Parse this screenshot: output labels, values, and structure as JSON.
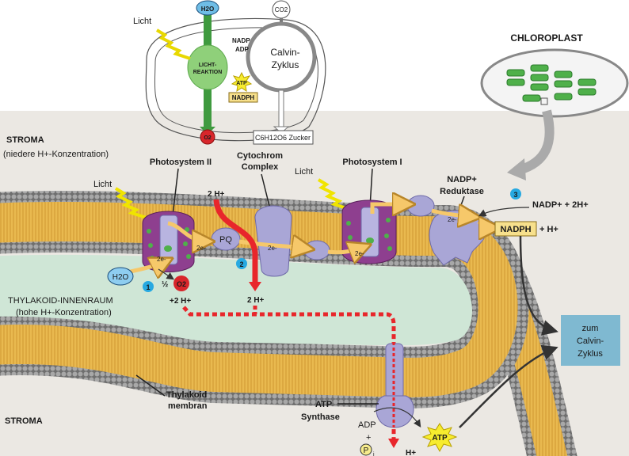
{
  "overview": {
    "licht": "Licht",
    "h2o": "H2O",
    "co2": "CO2",
    "nadp": "NADP",
    "adp": "ADP",
    "licht_reaktion_1": "LICHT-",
    "licht_reaktion_2": "REAKTION",
    "atp": "ATP",
    "nadph": "NADPH",
    "calvin_1": "Calvin-",
    "calvin_2": "Zyklus",
    "o2": "O2",
    "zucker": "C6H12O6 Zucker"
  },
  "chloroplast_label": "CHLOROPLAST",
  "regions": {
    "stroma_top": "STROMA",
    "stroma_top_sub": "(niedere H+-Konzentration)",
    "lumen": "THYLAKOID-INNENRAUM",
    "lumen_sub": "(hohe H+-Konzentration)",
    "stroma_bottom": "STROMA",
    "membrane_1": "Thylakoid",
    "membrane_2": "membran"
  },
  "components": {
    "psii": "Photosystem II",
    "cyt_1": "Cytochrom",
    "cyt_2": "Complex",
    "psi": "Photosystem I",
    "nadp_red_1": "NADP+",
    "nadp_red_2": "Reduktase",
    "pq": "PQ",
    "atp_synthase_1": "ATP",
    "atp_synthase_2": "Synthase"
  },
  "labels": {
    "licht_1": "Licht",
    "licht_2": "Licht",
    "h2o": "H2O",
    "half_o2": "½",
    "o2": "O2",
    "plus_2h_lumen": "+2 H+",
    "two_h_top": "2 H+",
    "two_h_lumen": "2 H+",
    "e1": "2e-",
    "e2": "2e-",
    "e3": "2e-",
    "e4": "2e-",
    "e5": "2e-",
    "nadp_plus_2h": "NADP+ + 2H+",
    "nadph": "NADPH",
    "plus_h": "+ H+",
    "adp": "ADP",
    "plus": "+",
    "pi": "P",
    "pi_sub": "i",
    "h_out": "H+",
    "atp": "ATP",
    "to_calvin_1": "zum",
    "to_calvin_2": "Calvin-",
    "to_calvin_3": "Zyklus"
  },
  "steps": [
    "1",
    "2",
    "3"
  ],
  "colors": {
    "stroma": "#ebe8e3",
    "lumen": "#cfe6d6",
    "lipid_head": "#8f8f8f",
    "lipid_tail": "#e9b94f",
    "photosystem": "#8e3f8f",
    "protein": "#a9a6d6",
    "proton_flow": "#e8262b",
    "electron_flow": "#f6c86a",
    "step_badge": "#27a9e1",
    "calvin_box": "#7fb9d1",
    "nadph_box": "#f7e08c"
  }
}
